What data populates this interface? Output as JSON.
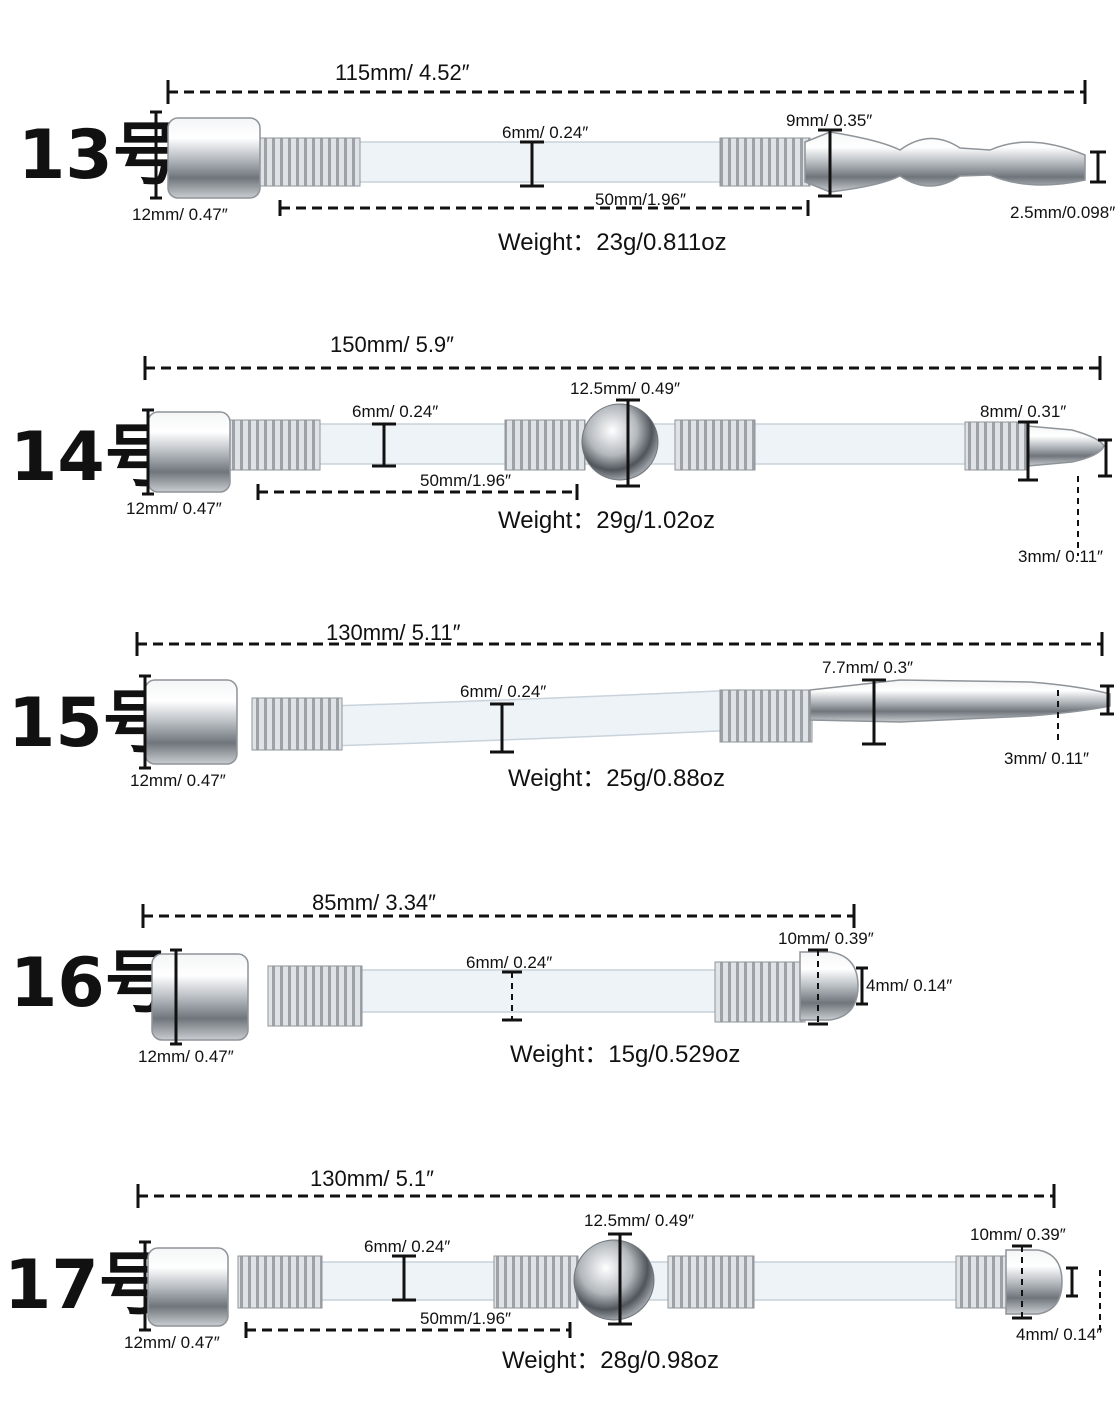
{
  "probes": [
    {
      "id": "13号",
      "length": "115mm/ 4.52″",
      "head": "12mm/ 0.47″",
      "tube": "6mm/ 0.24″",
      "section": "50mm/1.96″",
      "tip_bead": "9mm/ 0.35″",
      "tip_end": "2.5mm/0.098″",
      "weight": "Weight：23g/0.811oz"
    },
    {
      "id": "14号",
      "length": "150mm/ 5.9″",
      "head": "12mm/ 0.47″",
      "tube": "6mm/ 0.24″",
      "section": "50mm/1.96″",
      "ball": "12.5mm/ 0.49″",
      "tip_body": "8mm/ 0.31″",
      "tip_end": "3mm/ 0.11″",
      "weight": "Weight：29g/1.02oz"
    },
    {
      "id": "15号",
      "length": "130mm/ 5.11″",
      "head": "12mm/ 0.47″",
      "tube": "6mm/ 0.24″",
      "tip_body": "7.7mm/ 0.3″",
      "tip_end": "3mm/ 0.11″",
      "weight": "Weight：25g/0.88oz"
    },
    {
      "id": "16号",
      "length": "85mm/ 3.34″",
      "head": "12mm/ 0.47″",
      "tube": "6mm/ 0.24″",
      "tip_body": "10mm/ 0.39″",
      "tip_end": "4mm/ 0.14″",
      "weight": "Weight：15g/0.529oz"
    },
    {
      "id": "17号",
      "length": "130mm/ 5.1″",
      "head": "12mm/ 0.47″",
      "tube": "6mm/ 0.24″",
      "section": "50mm/1.96″",
      "ball": "12.5mm/ 0.49″",
      "tip_body": "10mm/ 0.39″",
      "tip_end": "4mm/ 0.14″",
      "weight": "Weight：28g/0.98oz"
    }
  ]
}
